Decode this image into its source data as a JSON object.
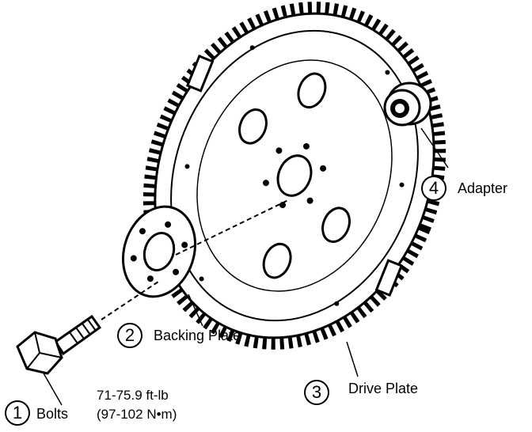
{
  "parts": [
    {
      "number": "1",
      "name": "Bolts"
    },
    {
      "number": "2",
      "name": "Backing Plate"
    },
    {
      "number": "3",
      "name": "Drive Plate"
    },
    {
      "number": "4",
      "name": "Adapter"
    }
  ],
  "torque_spec": {
    "line1": "71-75.9 ft-lb",
    "line2": "(97-102 N•m)"
  },
  "colors": {
    "ink": "#000000",
    "paper": "#ffffff"
  }
}
